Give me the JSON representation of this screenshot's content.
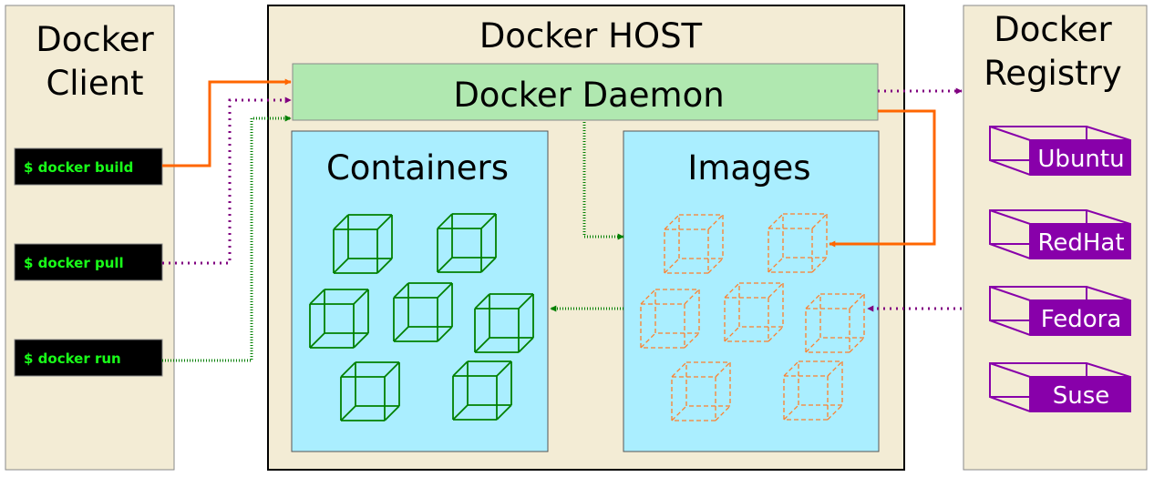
{
  "client": {
    "title_line1": "Docker",
    "title_line2": "Client",
    "commands": [
      "$ docker build",
      "$ docker pull",
      "$ docker run"
    ]
  },
  "host": {
    "title": "Docker HOST",
    "daemon": "Docker Daemon",
    "containers_title": "Containers",
    "images_title": "Images"
  },
  "registry": {
    "title_line1": "Docker",
    "title_line2": "Registry",
    "images": [
      "Ubuntu",
      "RedHat",
      "Fedora",
      "Suse"
    ]
  },
  "colors": {
    "panel": "#f3ecd5",
    "daemon": "#b0e8b0",
    "inner": "#aaeeff",
    "build_flow": "#ff6600",
    "pull_flow": "#800080",
    "run_flow": "#008000",
    "registry_image": "#8800aa",
    "container_cube": "#008000",
    "image_cube": "#ff7f2a"
  },
  "icons": {
    "container": "cube-icon",
    "image": "dashed-cube-icon",
    "registry_image": "box-icon"
  }
}
